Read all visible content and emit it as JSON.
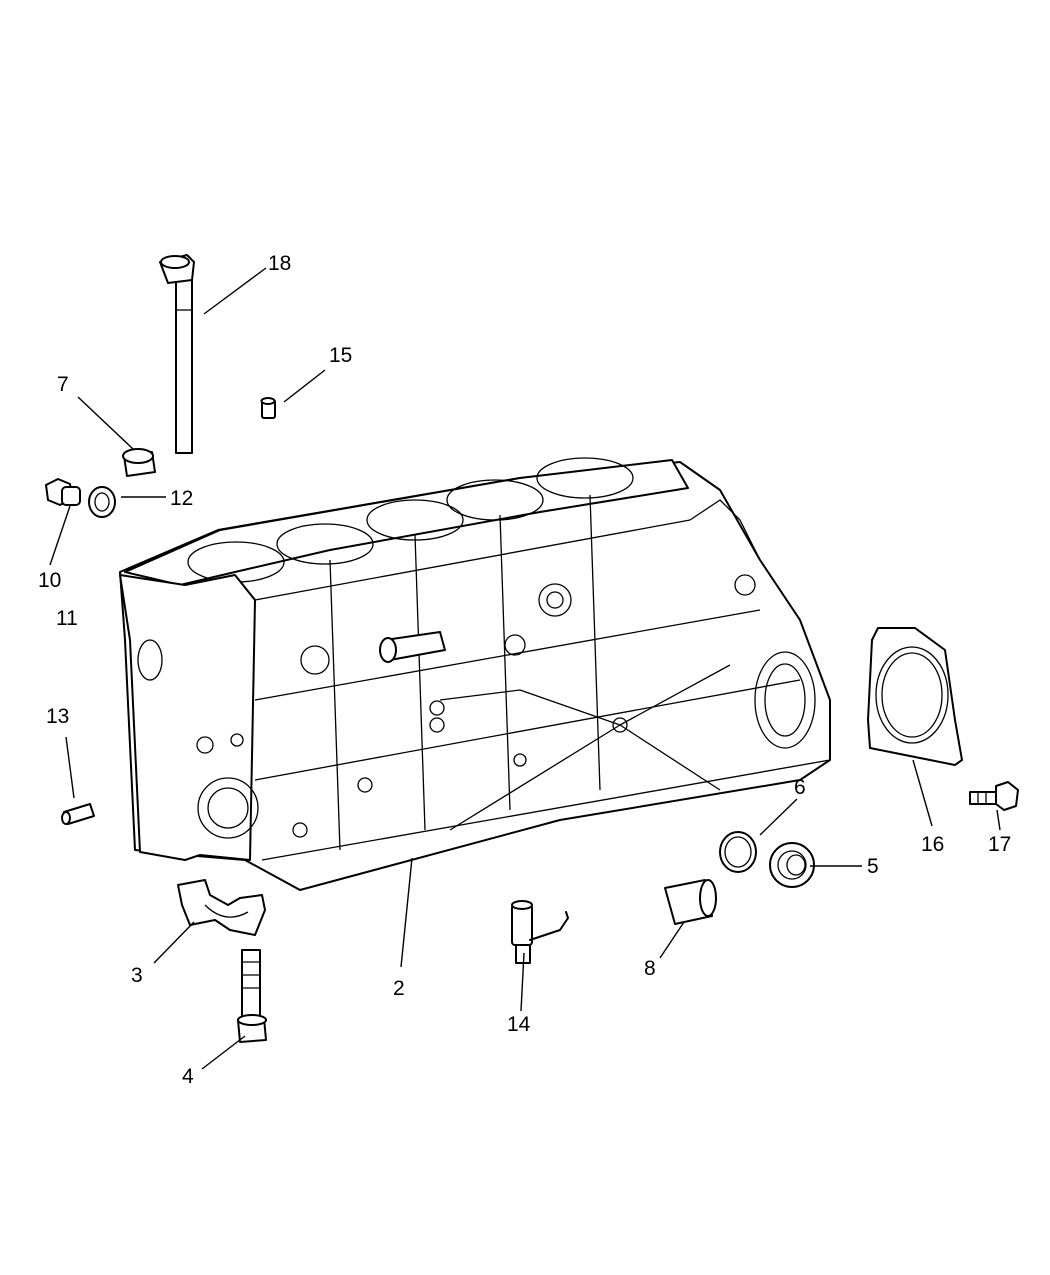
{
  "callouts": {
    "c2": "2",
    "c3": "3",
    "c4": "4",
    "c5": "5",
    "c6": "6",
    "c7": "7",
    "c8": "8",
    "c10": "10",
    "c11": "11",
    "c12": "12",
    "c13": "13",
    "c14": "14",
    "c15": "15",
    "c16": "16",
    "c17": "17",
    "c18": "18"
  },
  "style": {
    "line_color": "#000000",
    "background": "#ffffff"
  }
}
